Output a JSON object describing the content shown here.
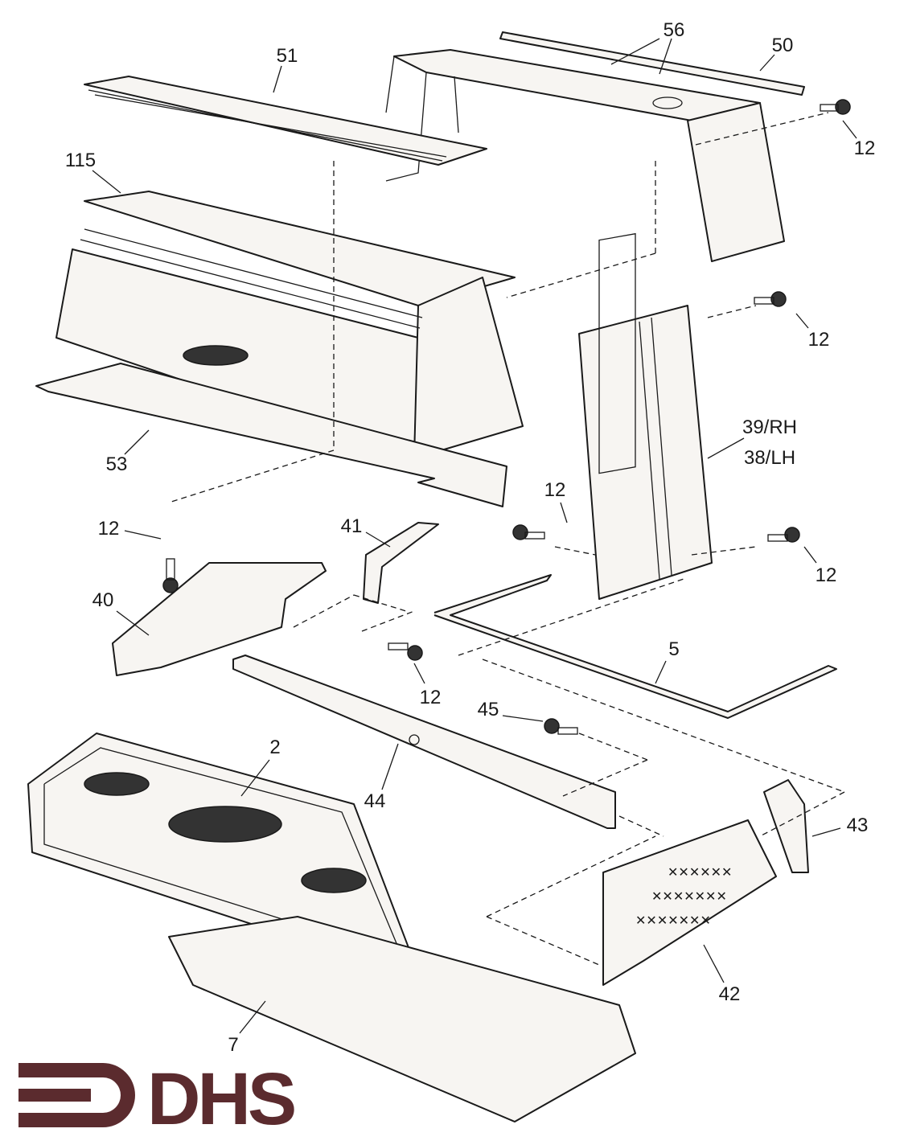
{
  "diagram": {
    "labels": {
      "p56": "56",
      "p50": "50",
      "p51": "51",
      "p115": "115",
      "p12a": "12",
      "p12b": "12",
      "p12c": "12",
      "p12d": "12",
      "p12e": "12",
      "p12f": "12",
      "p39": "39/RH",
      "p38": "38/LH",
      "p53": "53",
      "p41": "41",
      "p40": "40",
      "p5": "5",
      "p45": "45",
      "p2": "2",
      "p44": "44",
      "p43": "43",
      "p42": "42",
      "p7": "7"
    },
    "logo": {
      "text": "DHS",
      "color": "#5b2b2e"
    }
  }
}
